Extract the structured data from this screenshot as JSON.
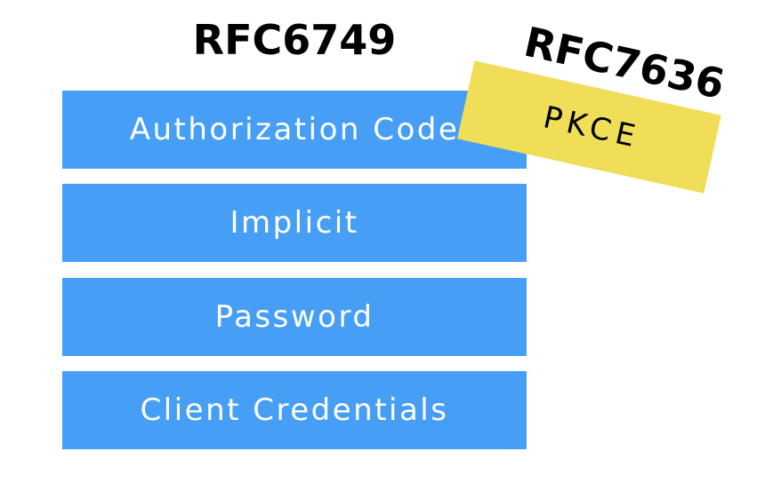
{
  "rfc6749": {
    "title": "RFC6749",
    "flows": [
      "Authorization Code",
      "Implicit",
      "Password",
      "Client Credentials"
    ]
  },
  "rfc7636": {
    "title": "RFC7636",
    "label": "PKCE"
  },
  "colors": {
    "bar_blue": "#479ef5",
    "banner_yellow": "#f0dd58",
    "title_black": "#000000",
    "bar_text_white": "#ffffff"
  }
}
